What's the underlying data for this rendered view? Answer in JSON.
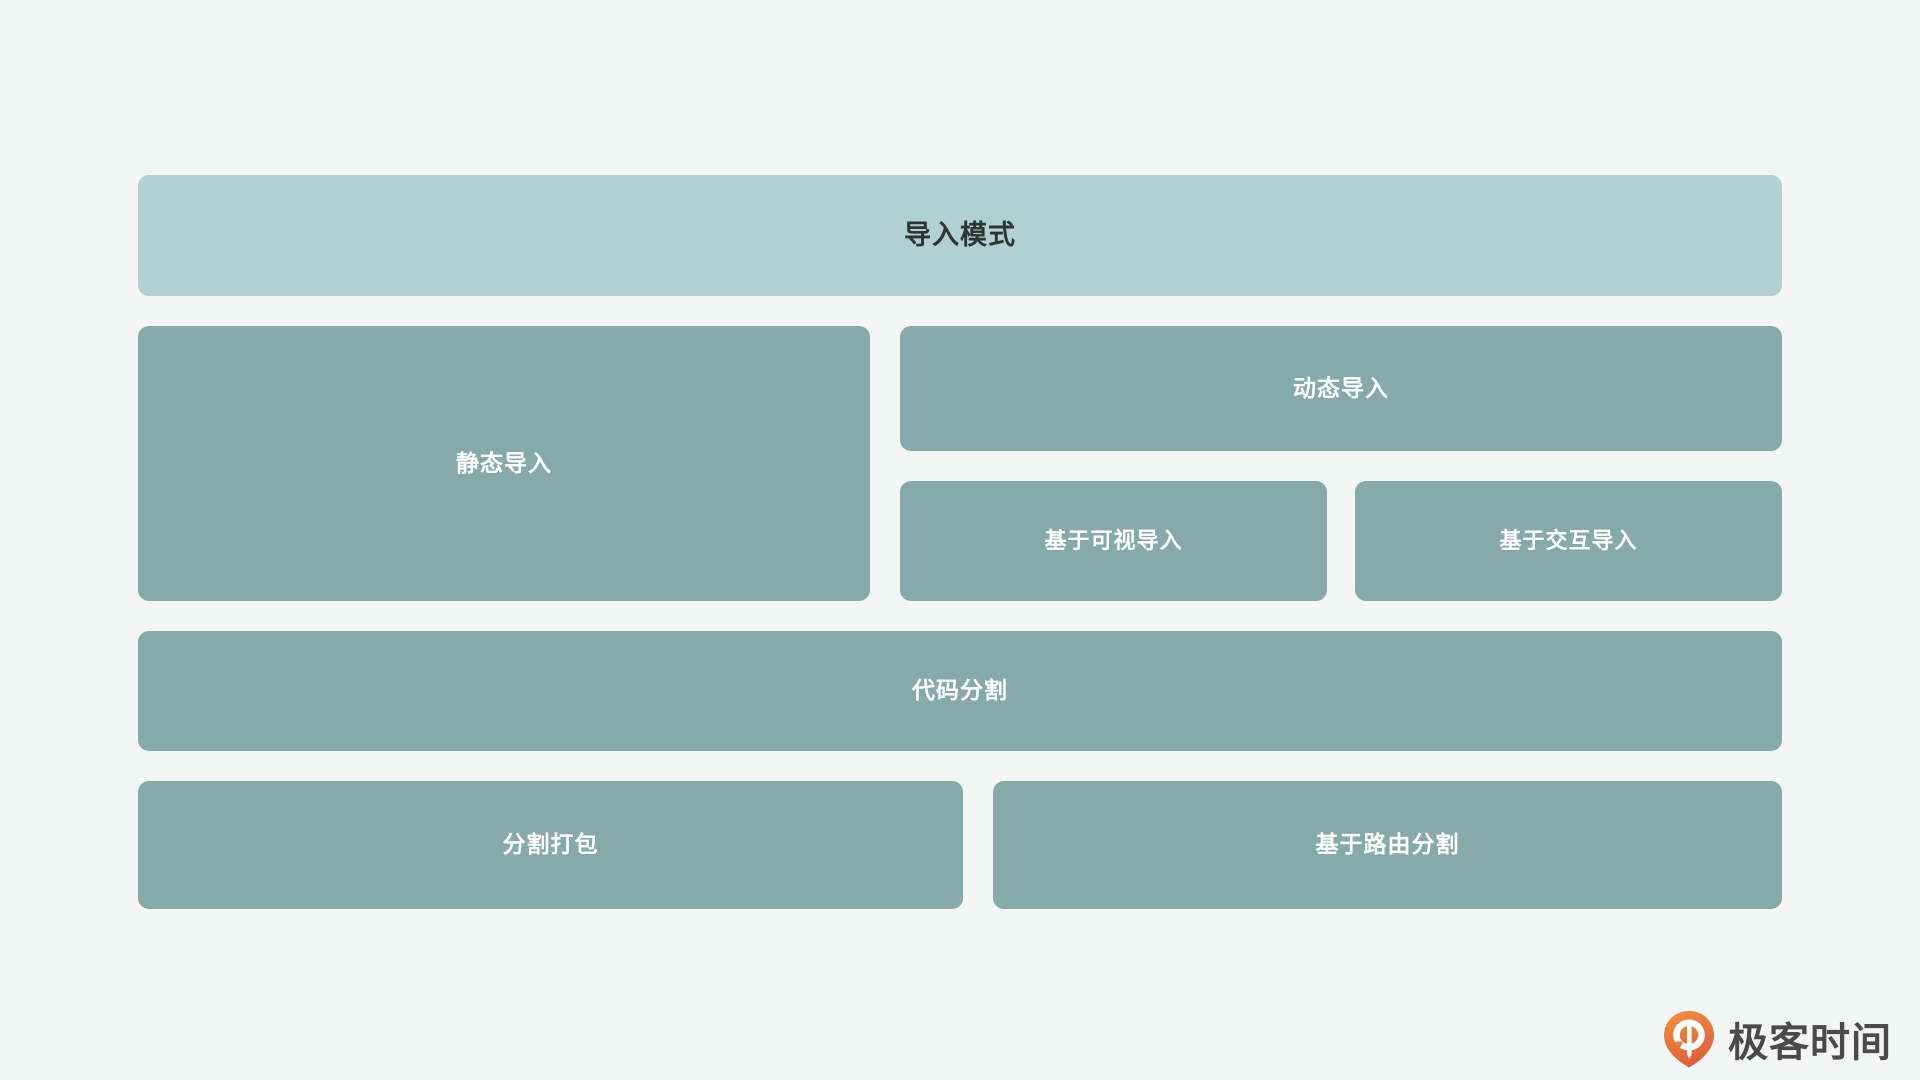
{
  "diagram": {
    "type": "hierarchy",
    "title": "导入模式",
    "header": {
      "label": "导入模式"
    },
    "branches": {
      "static": {
        "label": "静态导入"
      },
      "dynamic": {
        "label": "动态导入",
        "children": [
          {
            "label": "基于可视导入"
          },
          {
            "label": "基于交互导入"
          }
        ]
      },
      "code_splitting": {
        "label": "代码分割",
        "children": [
          {
            "label": "分割打包"
          },
          {
            "label": "基于路由分割"
          }
        ]
      }
    }
  },
  "watermark": {
    "brand": "极客时间",
    "logo_icon": "geektime-pin-logo-icon"
  },
  "colors": {
    "background": "#f4f6f5",
    "header_fill": "#b1d0d2",
    "card_fill": "#86a9aa",
    "card_text": "#ffffff",
    "header_text": "#2f3534",
    "logo_orange_light": "#ef8b3c",
    "logo_orange_dark": "#e2663a",
    "watermark_text": "#4a4a4a"
  }
}
